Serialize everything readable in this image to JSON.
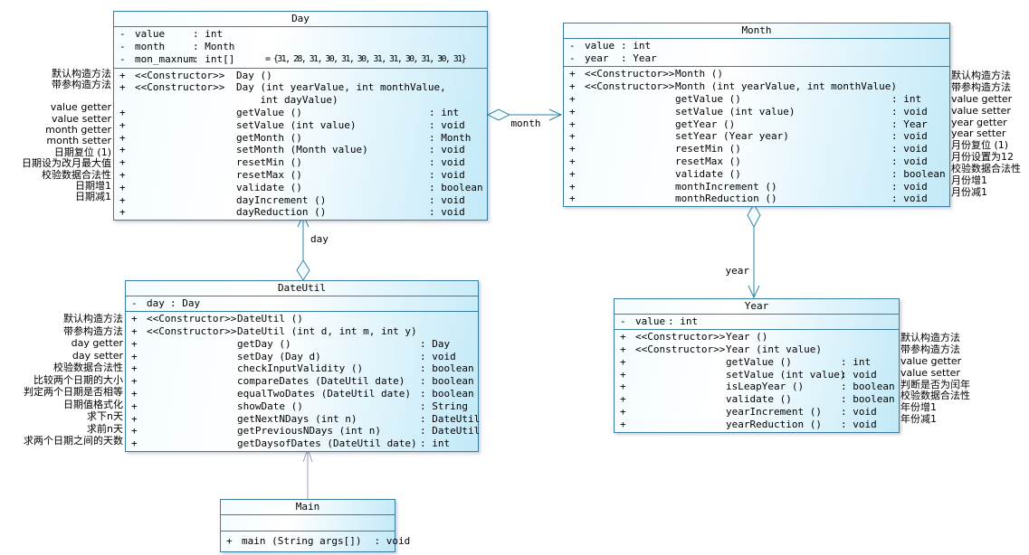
{
  "colors": {
    "box_border": "#3a7ca2",
    "box_fill_light": "#f4fcff",
    "box_fill_dark": "#c2e9f8",
    "edge_line": "#2e85a8",
    "dependency_line": "#a39ac0"
  },
  "classes": {
    "day": {
      "title": "Day",
      "attributes": [
        {
          "v": "-",
          "n": "value",
          "t": ": int",
          "d": ""
        },
        {
          "v": "-",
          "n": "month",
          "t": ": Month",
          "d": ""
        },
        {
          "v": "-",
          "n": "mon_maxnum",
          "t": ": int[]",
          "d": "= {31, 28, 31, 30, 31, 30, 31, 31, 30, 31, 30, 31}"
        }
      ],
      "methods": [
        {
          "v": "+",
          "s": "<<Constructor>>",
          "sig": "Day ()",
          "t": ""
        },
        {
          "v": "+",
          "s": "<<Constructor>>",
          "sig": "Day (int yearValue, int monthValue,",
          "t": ""
        },
        {
          "v": "",
          "s": "",
          "sig": "    int dayValue)",
          "t": ""
        },
        {
          "v": "+",
          "s": "",
          "sig": "getValue ()",
          "t": ": int"
        },
        {
          "v": "+",
          "s": "",
          "sig": "setValue (int value)",
          "t": ": void"
        },
        {
          "v": "+",
          "s": "",
          "sig": "getMonth ()",
          "t": ": Month"
        },
        {
          "v": "+",
          "s": "",
          "sig": "setMonth (Month value)",
          "t": ": void"
        },
        {
          "v": "+",
          "s": "",
          "sig": "resetMin ()",
          "t": ": void"
        },
        {
          "v": "+",
          "s": "",
          "sig": "resetMax ()",
          "t": ": void"
        },
        {
          "v": "+",
          "s": "",
          "sig": "validate ()",
          "t": ": boolean"
        },
        {
          "v": "+",
          "s": "",
          "sig": "dayIncrement ()",
          "t": ": void"
        },
        {
          "v": "+",
          "s": "",
          "sig": "dayReduction ()",
          "t": ": void"
        }
      ],
      "annotations": [
        "默认构造方法",
        "带参构造方法",
        "",
        "value getter",
        "value setter",
        "month getter",
        "month setter",
        "日期复位 (1)",
        "日期设为改月最大值",
        "校验数据合法性",
        "日期增1",
        "日期减1"
      ]
    },
    "month": {
      "title": "Month",
      "attributes": [
        {
          "v": "-",
          "n": "value",
          "t": ": int",
          "d": ""
        },
        {
          "v": "-",
          "n": "year",
          "t": ": Year",
          "d": ""
        }
      ],
      "methods": [
        {
          "v": "+",
          "s": "<<Constructor>>",
          "sig": "Month ()",
          "t": ""
        },
        {
          "v": "+",
          "s": "<<Constructor>>",
          "sig": "Month (int yearValue, int monthValue)",
          "t": ""
        },
        {
          "v": "+",
          "s": "",
          "sig": "getValue ()",
          "t": ": int"
        },
        {
          "v": "+",
          "s": "",
          "sig": "setValue (int value)",
          "t": ": void"
        },
        {
          "v": "+",
          "s": "",
          "sig": "getYear ()",
          "t": ": Year"
        },
        {
          "v": "+",
          "s": "",
          "sig": "setYear (Year year)",
          "t": ": void"
        },
        {
          "v": "+",
          "s": "",
          "sig": "resetMin ()",
          "t": ": void"
        },
        {
          "v": "+",
          "s": "",
          "sig": "resetMax ()",
          "t": ": void"
        },
        {
          "v": "+",
          "s": "",
          "sig": "validate ()",
          "t": ": boolean"
        },
        {
          "v": "+",
          "s": "",
          "sig": "monthIncrement ()",
          "t": ": void"
        },
        {
          "v": "+",
          "s": "",
          "sig": "monthReduction ()",
          "t": ": void"
        }
      ],
      "annotations": [
        "默认构造方法",
        "带参构造方法",
        "value getter",
        "value setter",
        "year getter",
        "year setter",
        "月份复位 (1)",
        "月份设置为12",
        "校验数据合法性",
        "月份增1",
        "月份减1"
      ]
    },
    "dateutil": {
      "title": "DateUtil",
      "attributes": [
        {
          "v": "-",
          "n": "day",
          "t": ": Day",
          "d": ""
        }
      ],
      "methods": [
        {
          "v": "+",
          "s": "<<Constructor>>",
          "sig": "DateUtil ()",
          "t": ""
        },
        {
          "v": "+",
          "s": "<<Constructor>>",
          "sig": "DateUtil (int d, int m, int y)",
          "t": ""
        },
        {
          "v": "+",
          "s": "",
          "sig": "getDay ()",
          "t": ": Day"
        },
        {
          "v": "+",
          "s": "",
          "sig": "setDay (Day d)",
          "t": ": void"
        },
        {
          "v": "+",
          "s": "",
          "sig": "checkInputValidity ()",
          "t": ": boolean"
        },
        {
          "v": "+",
          "s": "",
          "sig": "compareDates (DateUtil date)",
          "t": ": boolean"
        },
        {
          "v": "+",
          "s": "",
          "sig": "equalTwoDates (DateUtil date)",
          "t": ": boolean"
        },
        {
          "v": "+",
          "s": "",
          "sig": "showDate ()",
          "t": ": String"
        },
        {
          "v": "+",
          "s": "",
          "sig": "getNextNDays (int n)",
          "t": ": DateUtil"
        },
        {
          "v": "+",
          "s": "",
          "sig": "getPreviousNDays (int n)",
          "t": ": DateUtil"
        },
        {
          "v": "+",
          "s": "",
          "sig": "getDaysofDates (DateUtil date)",
          "t": ": int"
        }
      ],
      "annotations": [
        "默认构造方法",
        "带参构造方法",
        "day getter",
        "day setter",
        "校验数据合法性",
        "比较两个日期的大小",
        "判定两个日期是否相等",
        "日期值格式化",
        "求下n天",
        "求前n天",
        "求两个日期之间的天数"
      ]
    },
    "year": {
      "title": "Year",
      "attributes": [
        {
          "v": "-",
          "n": "value",
          "t": ": int",
          "d": ""
        }
      ],
      "methods": [
        {
          "v": "+",
          "s": "<<Constructor>>",
          "sig": "Year ()",
          "t": ""
        },
        {
          "v": "+",
          "s": "<<Constructor>>",
          "sig": "Year (int value)",
          "t": ""
        },
        {
          "v": "+",
          "s": "",
          "sig": "getValue ()",
          "t": ": int"
        },
        {
          "v": "+",
          "s": "",
          "sig": "setValue (int value)",
          "t": ": void"
        },
        {
          "v": "+",
          "s": "",
          "sig": "isLeapYear ()",
          "t": ": boolean"
        },
        {
          "v": "+",
          "s": "",
          "sig": "validate ()",
          "t": ": boolean"
        },
        {
          "v": "+",
          "s": "",
          "sig": "yearIncrement ()",
          "t": ": void"
        },
        {
          "v": "+",
          "s": "",
          "sig": "yearReduction ()",
          "t": ": void"
        }
      ],
      "annotations": [
        "默认构造方法",
        "带参构造方法",
        "value getter",
        "value setter",
        "判断是否为闰年",
        "校验数据合法性",
        "年份增1",
        "年份减1"
      ]
    },
    "main": {
      "title": "Main",
      "attributes": [],
      "methods": [
        {
          "v": "+",
          "s": "",
          "sig": "main (String args[])",
          "t": ": void"
        }
      ],
      "annotations": []
    }
  },
  "connectors": {
    "day_month_label": "month",
    "dateutil_day_label": "day",
    "month_year_label": "year"
  }
}
